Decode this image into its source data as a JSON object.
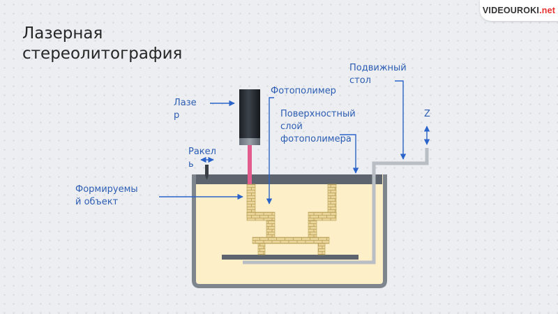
{
  "slide": {
    "title": "Лазерная\nстереолитография"
  },
  "brand": {
    "logo_text": "VIDEOUROKI",
    "logo_suffix": ".net"
  },
  "labels": {
    "laser": "Лазе\nр",
    "photopolymer": "Фотополимер",
    "moving_table": "Подвижный\nстол",
    "surface_layer": "Поверхностный\nслой\nфотополимера",
    "z_axis": "Z",
    "scraper": "Ракел\nь",
    "formed_object": "Формируемы\nй объект"
  },
  "colors": {
    "label_text": "#2c5db4",
    "arrow": "#2a63c9",
    "resin": "#fdf0c8",
    "vat_wall": "#7f858c",
    "laser_beam": "#e25d8d",
    "object_brick": "#e9d49a"
  },
  "icons": [
    "laser-body-icon",
    "scraper-icon",
    "z-axis-arrow-icon"
  ]
}
